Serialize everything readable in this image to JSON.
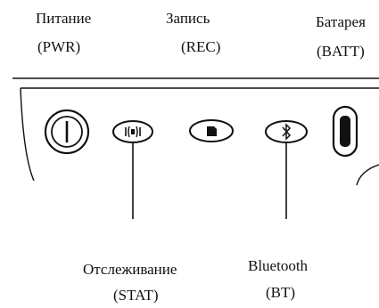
{
  "labels": {
    "power": {
      "name": "Питание",
      "code": "(PWR)"
    },
    "record": {
      "name": "Запись",
      "code": "(REC)"
    },
    "battery": {
      "name": "Батарея",
      "code": "(BATT)"
    },
    "status": {
      "name": "Отслеживание",
      "code": "(STAT)"
    },
    "bluetooth": {
      "name": "Bluetooth",
      "code": "(BT)"
    }
  },
  "icons": {
    "power": "power-icon",
    "status": "signal-tracking-icon",
    "record": "record-icon",
    "bluetooth": "bluetooth-icon",
    "battery": "battery-icon"
  },
  "colors": {
    "ink": "#111111",
    "background": "#ffffff"
  }
}
